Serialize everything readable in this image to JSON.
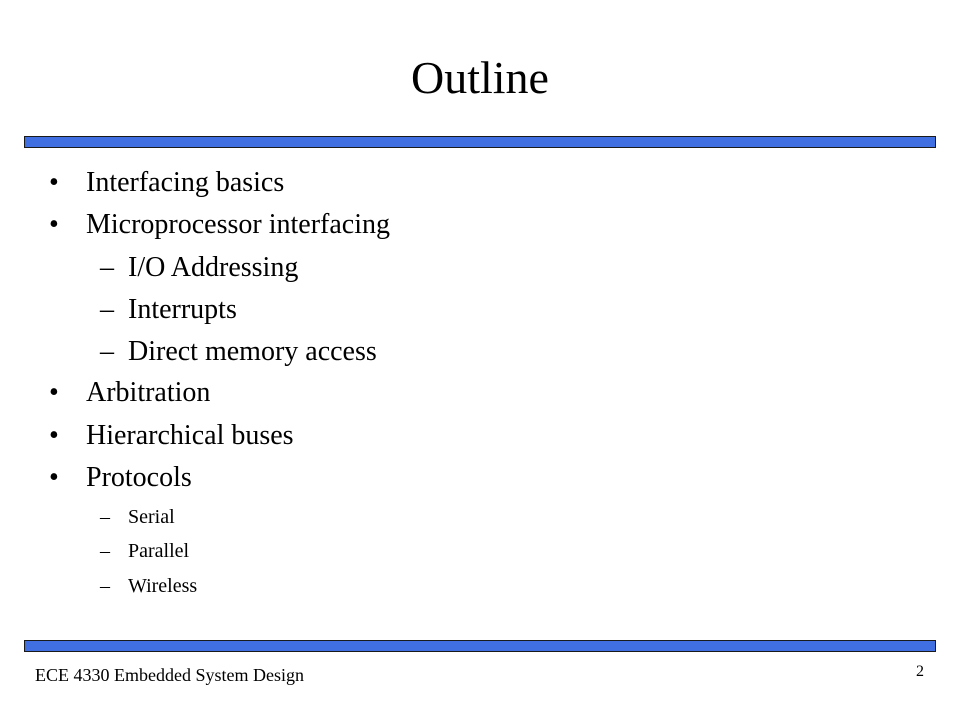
{
  "slide": {
    "title": "Outline",
    "bullet_marker": "•",
    "dash_marker": "–",
    "items": [
      {
        "text": "Interfacing basics",
        "level": 1
      },
      {
        "text": "Microprocessor interfacing",
        "level": 1
      },
      {
        "text": "I/O Addressing",
        "level": 2
      },
      {
        "text": "Interrupts",
        "level": 2
      },
      {
        "text": "Direct memory access",
        "level": 2
      },
      {
        "text": "Arbitration",
        "level": 1
      },
      {
        "text": "Hierarchical buses",
        "level": 1
      },
      {
        "text": "Protocols",
        "level": 1
      },
      {
        "text": "Serial",
        "level": 3
      },
      {
        "text": "Parallel",
        "level": 3
      },
      {
        "text": "Wireless",
        "level": 3
      }
    ],
    "footer": "ECE 4330 Embedded System Design",
    "page_number": "2",
    "accent_color": "#3f6fe0"
  }
}
